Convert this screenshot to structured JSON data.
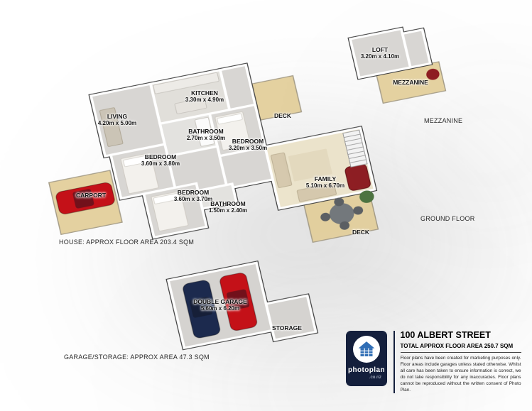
{
  "floorplan": {
    "house": {
      "area_label": "HOUSE: APPROX FLOOR AREA 203.4 SQM",
      "floor_label": "GROUND FLOOR",
      "rooms": [
        {
          "name": "LIVING",
          "dims": "4.20m x 5.00m"
        },
        {
          "name": "KITCHEN",
          "dims": "3.30m x 4.90m"
        },
        {
          "name": "BATHROOM",
          "dims": "2.70m x 3.50m"
        },
        {
          "name": "DECK",
          "dims": ""
        },
        {
          "name": "BEDROOM",
          "dims": "3.60m x 3.80m"
        },
        {
          "name": "BEDROOM",
          "dims": "3.20m x 3.50m"
        },
        {
          "name": "BEDROOM",
          "dims": "3.60m x 3.70m"
        },
        {
          "name": "BATHROOM",
          "dims": "1.50m x 2.40m"
        },
        {
          "name": "FAMILY",
          "dims": "5.10m x 6.70m"
        },
        {
          "name": "CARPORT",
          "dims": ""
        },
        {
          "name": "DECK",
          "dims": ""
        }
      ]
    },
    "mezzanine": {
      "label": "MEZZANINE",
      "rooms": [
        {
          "name": "LOFT",
          "dims": "3.20m x 4.10m"
        },
        {
          "name": "MEZZANINE",
          "dims": ""
        }
      ]
    },
    "garage": {
      "area_label": "GARAGE/STORAGE: APPROX AREA 47.3 SQM",
      "rooms": [
        {
          "name": "DOUBLE GARAGE",
          "dims": "5.60m x 6.20m"
        },
        {
          "name": "STORAGE",
          "dims": ""
        }
      ]
    }
  },
  "info": {
    "address": "100 ALBERT STREET",
    "total_area": "TOTAL APPROX FLOOR AREA 250.7 SQM",
    "disclaimer": "Floor plans have been created for marketing purposes only. Floor areas include garages unless stated otherwise. Whilst all care has been taken to ensure information is correct, we do not take responsibility for any inaccuracies. Floor plans cannot be reproduced without the written consent of Photo Plan.",
    "logo": {
      "brand": "photoplan",
      "domain": ".co.nz"
    }
  },
  "colors": {
    "brand_navy": "#141f3c",
    "logo_blue": "#2f6db5",
    "car_red": "#c41118",
    "car_navy": "#1c2a4e",
    "deck_tan": "#e4d1a0",
    "carpet_gray": "#d8d6d3",
    "family_cream": "#ece4cc",
    "wall_white": "#ffffff",
    "wall_edge": "#3a3a3a"
  }
}
